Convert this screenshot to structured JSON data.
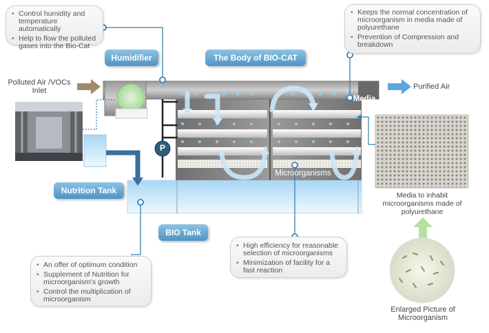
{
  "bubbles": {
    "humidifier_info": [
      "Control humidity and temperature automatically",
      "Help to flow the polluted gases into the Bio-Cat"
    ],
    "media_info": [
      "Keeps the normal concentration of microorganism in media made of polyurethane",
      "Prevention of Compression and breakdown"
    ],
    "nutrition_info": [
      "An offer of optimum condition",
      "Supplement of Nutrition for microorganism's growth",
      "Control  the multiplication of microorganism"
    ],
    "micro_info": [
      "High efficiency for reasonable selection of microorganisms",
      "Minimization of facility for a fast reaction"
    ]
  },
  "tags": {
    "humidifier": "Humidifier",
    "body": "The Body of BIO-CAT",
    "nutrition_tank": "Nutrition Tank",
    "bio_tank": "BIO Tank"
  },
  "labels": {
    "inlet": "Polluted Air /VOCs Inlet",
    "purified": "Purified Air",
    "media": "Media",
    "microorganisms": "Microorganisms",
    "pump": "P",
    "media_caption": "Media to inhabit microorganisms made of polyurethane",
    "micro_caption": "Enlarged Picture of Microorganism"
  },
  "colors": {
    "tag_blue": "#4d94c4",
    "line_blue": "#3a7fb0",
    "water": "#cfe8fa",
    "pump": "#2f5d78",
    "arrow_green": "#b7dfa0",
    "arrow_brown": "#a08c6a",
    "purified_arrow": "#5aa7e0"
  }
}
